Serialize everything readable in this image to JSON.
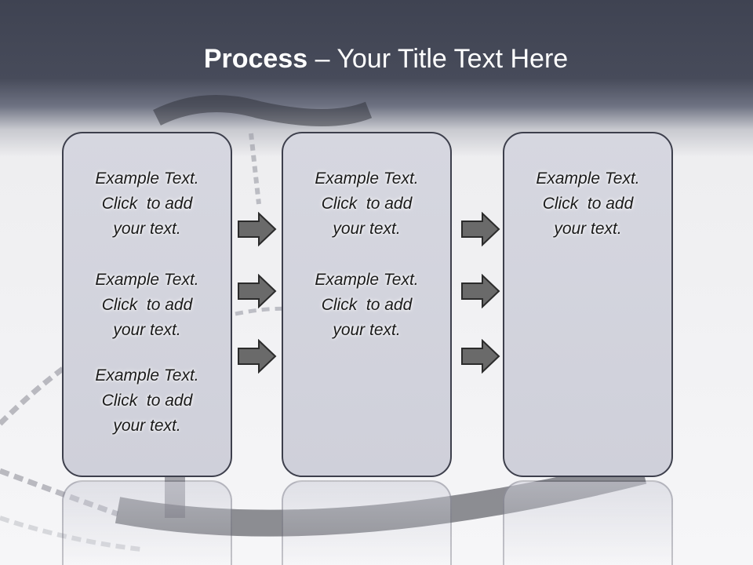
{
  "title": {
    "bold": "Process",
    "rest": " – Your Title Text Here"
  },
  "columns": [
    {
      "texts": [
        "Example Text.\nClick  to add\nyour text.",
        "Example Text.\nClick  to add\nyour text.",
        "Example Text.\nClick  to add\nyour text."
      ]
    },
    {
      "texts": [
        "Example Text.\nClick  to add\nyour text.",
        "Example Text.\nClick  to add\nyour text."
      ]
    },
    {
      "texts": [
        "Example Text.\nClick  to add\nyour text."
      ]
    }
  ],
  "colors": {
    "header": "#454958",
    "panel": "#d4d5de",
    "panel_border": "#3d3f4c",
    "arrow_fill": "#6a6a6a",
    "arrow_stroke": "#2b2b2b"
  }
}
